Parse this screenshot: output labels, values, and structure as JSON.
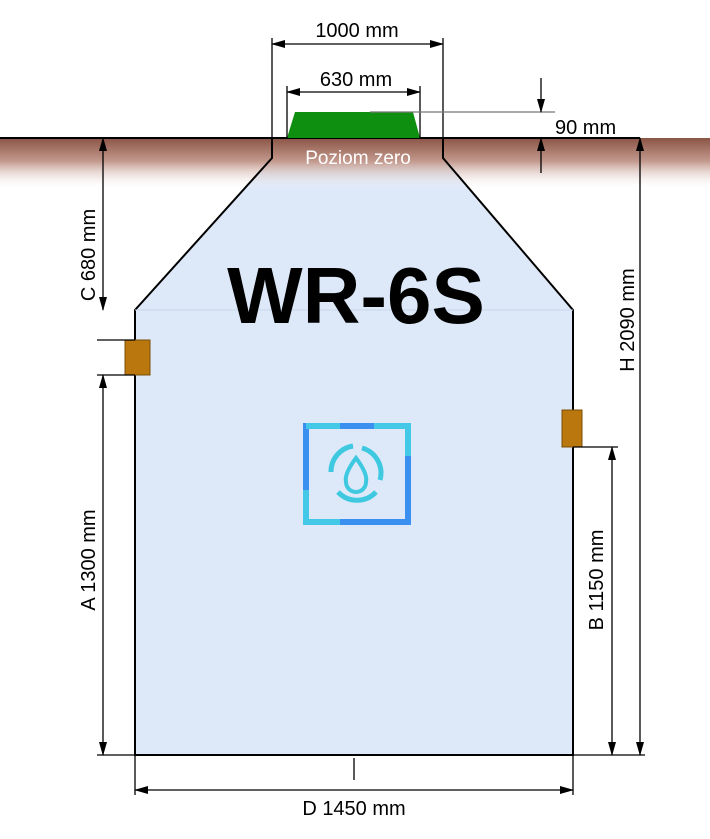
{
  "title": "WR-6S",
  "ground_label": "Poziom zero",
  "dimensions": {
    "neck_width": "1000 mm",
    "cover_width": "630 mm",
    "cover_height": "90 mm",
    "total_height": "H 2090 mm",
    "cone_height": "C 680 mm",
    "inlet_height": "A 1300 mm",
    "outlet_height": "B 1150 mm",
    "diameter": "D 1450 mm"
  },
  "colors": {
    "tank_fill": "#dde9f9",
    "ground": "#8a5546",
    "cover": "#0f8f0f",
    "pipe": "#b9770e"
  }
}
